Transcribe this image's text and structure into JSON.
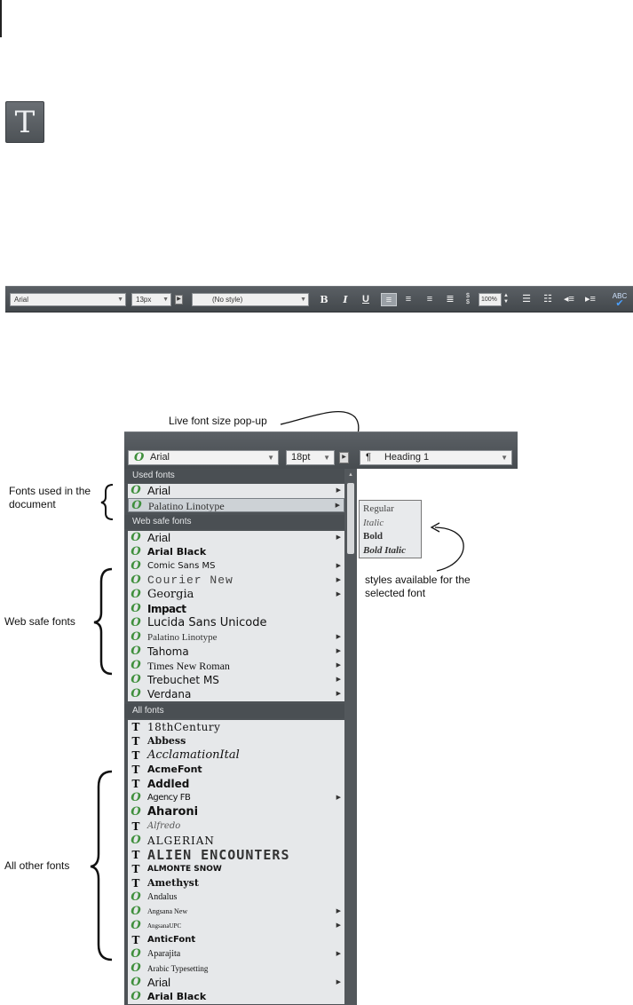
{
  "text_tool": {
    "glyph": "T"
  },
  "toolbar": {
    "font": "Arial",
    "size": "13px",
    "style": "(No style)",
    "bold": "B",
    "italic": "I",
    "underline": "U",
    "line_spacing": "100%",
    "spell": "ABC"
  },
  "annotations": {
    "live_font_size": "Live font size pop-up",
    "fonts_used": "Fonts used in the document",
    "web_safe": "Web safe fonts",
    "all_other": "All other fonts",
    "styles_available": "styles available for the selected font"
  },
  "toolbar2": {
    "font": "Arial",
    "size": "18pt",
    "paragraph_mark": "¶",
    "style": "Heading 1"
  },
  "dropdown": {
    "sections": {
      "used": "Used fonts",
      "web": "Web safe fonts",
      "all": "All fonts"
    },
    "used_fonts": [
      {
        "name": "Arial",
        "type": "O",
        "arrow": true
      },
      {
        "name": "Palatino Linotype",
        "type": "O",
        "arrow": true,
        "selected": true
      }
    ],
    "web_fonts": [
      {
        "name": "Arial",
        "type": "O",
        "arrow": true
      },
      {
        "name": "Arial Black",
        "type": "O",
        "arrow": false
      },
      {
        "name": "Comic Sans MS",
        "type": "O",
        "arrow": true
      },
      {
        "name": "Courier New",
        "type": "O",
        "arrow": true
      },
      {
        "name": "Georgia",
        "type": "O",
        "arrow": true
      },
      {
        "name": "Impact",
        "type": "O",
        "arrow": false
      },
      {
        "name": "Lucida Sans Unicode",
        "type": "O",
        "arrow": false
      },
      {
        "name": "Palatino Linotype",
        "type": "O",
        "arrow": true
      },
      {
        "name": "Tahoma",
        "type": "O",
        "arrow": true
      },
      {
        "name": "Times New Roman",
        "type": "O",
        "arrow": true
      },
      {
        "name": "Trebuchet MS",
        "type": "O",
        "arrow": true
      },
      {
        "name": "Verdana",
        "type": "O",
        "arrow": true
      }
    ],
    "all_fonts": [
      {
        "name": "18thCentury",
        "type": "T",
        "arrow": false
      },
      {
        "name": "Abbess",
        "type": "T",
        "arrow": false
      },
      {
        "name": "AcclamationItal",
        "type": "T",
        "arrow": false
      },
      {
        "name": "AcmeFont",
        "type": "T",
        "arrow": false
      },
      {
        "name": "Addled",
        "type": "T",
        "arrow": false
      },
      {
        "name": "Agency FB",
        "type": "O",
        "arrow": true
      },
      {
        "name": "Aharoni",
        "type": "O",
        "arrow": false
      },
      {
        "name": "Alfredo",
        "type": "T",
        "arrow": false
      },
      {
        "name": "ALGERIAN",
        "type": "O",
        "arrow": false
      },
      {
        "name": "ALIEN ENCOUNTERS",
        "type": "T",
        "arrow": false
      },
      {
        "name": "ALMONTE SNOW",
        "type": "T",
        "arrow": false
      },
      {
        "name": "Amethyst",
        "type": "T",
        "arrow": false
      },
      {
        "name": "Andalus",
        "type": "O",
        "arrow": false
      },
      {
        "name": "Angsana New",
        "type": "O",
        "arrow": true
      },
      {
        "name": "AngsanaUPC",
        "type": "O",
        "arrow": true
      },
      {
        "name": "AnticFont",
        "type": "T",
        "arrow": false
      },
      {
        "name": "Aparajita",
        "type": "O",
        "arrow": true
      },
      {
        "name": "Arabic Typesetting",
        "type": "O",
        "arrow": false
      },
      {
        "name": "Arial",
        "type": "O",
        "arrow": true
      },
      {
        "name": "Arial Black",
        "type": "O",
        "arrow": false
      }
    ]
  },
  "styles_popup": [
    "Regular",
    "Italic",
    "Bold",
    "Bold Italic"
  ]
}
